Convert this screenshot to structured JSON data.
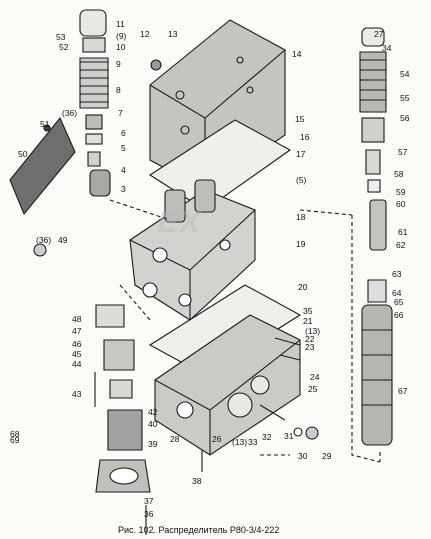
{
  "caption": "Рис. 102. Распределитель Р80-3/4-222",
  "watermark": "EX",
  "colors": {
    "ink": "#1a1a1a",
    "shade": "#6e6e6e",
    "paper": "#fbfbf8"
  },
  "callouts": [
    "11",
    "53",
    "(9)",
    "52",
    "10",
    "9",
    "8",
    "7",
    "51",
    "(36)",
    "6",
    "5",
    "4",
    "50",
    "3",
    "(36)",
    "49",
    "12",
    "13",
    "14",
    "15",
    "16",
    "17",
    "(5)",
    "18",
    "19",
    "20",
    "48",
    "47",
    "46",
    "45",
    "44",
    "43",
    "42",
    "40",
    "39",
    "38",
    "37",
    "36",
    "35",
    "21",
    "(13)",
    "22",
    "23",
    "24",
    "25",
    "26",
    "(13)",
    "33",
    "32",
    "31",
    "30",
    "29",
    "28",
    "27",
    "34",
    "54",
    "55",
    "56",
    "57",
    "58",
    "59",
    "60",
    "61",
    "62",
    "63",
    "64",
    "65",
    "66",
    "67",
    "68",
    "69"
  ]
}
